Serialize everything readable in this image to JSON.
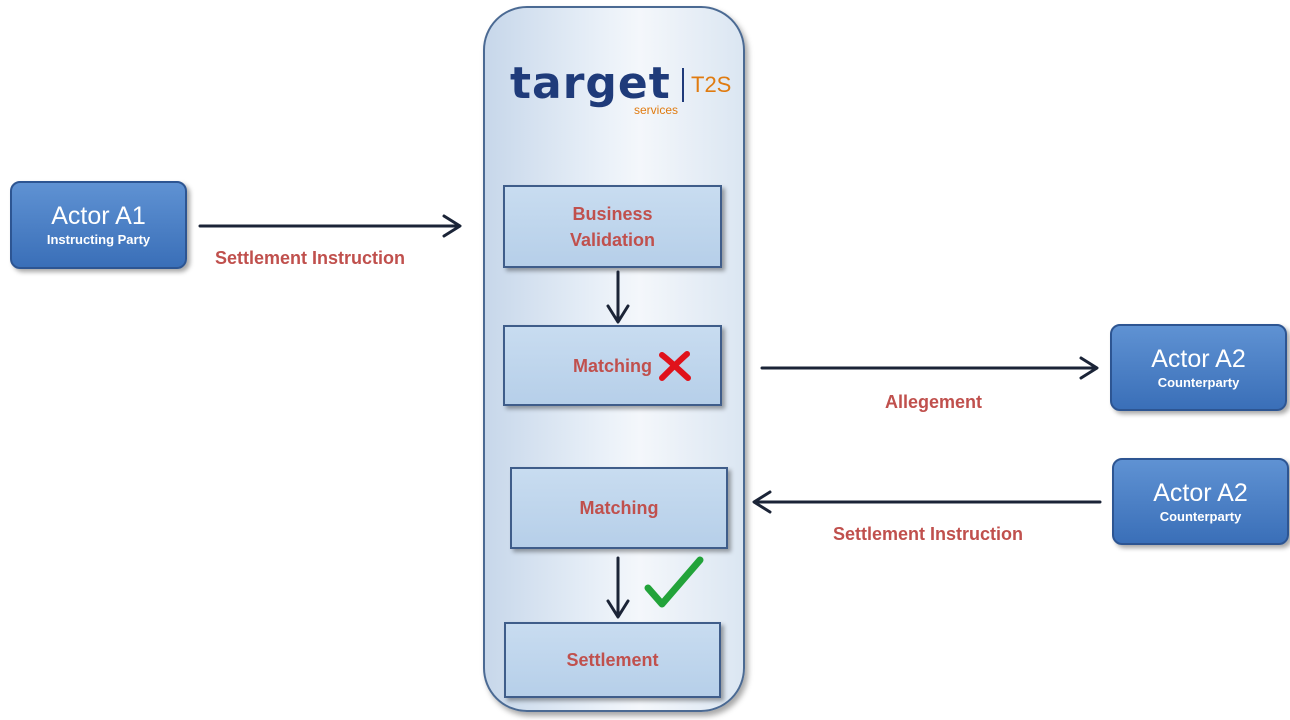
{
  "platform": {
    "logo_word": "target",
    "logo_services": "services",
    "logo_t2s": "T2S"
  },
  "processes": {
    "business_validation_line1": "Business",
    "business_validation_line2": "Validation",
    "matching_failed": "Matching",
    "matching_success": "Matching",
    "settlement": "Settlement"
  },
  "actors": {
    "a1_name": "Actor A1",
    "a1_role": "Instructing Party",
    "a2_top_name": "Actor A2",
    "a2_top_role": "Counterparty",
    "a2_bottom_name": "Actor A2",
    "a2_bottom_role": "Counterparty"
  },
  "flows": {
    "instruction_in": "Settlement Instruction",
    "allegement": "Allegement",
    "instruction_counterparty": "Settlement Instruction"
  },
  "colors": {
    "label_red": "#c0504d",
    "actor_blue": "#3a6fb8",
    "check_green": "#22a33a",
    "cross_red": "#e0121b",
    "arrow_dark": "#1b2437"
  },
  "icons": {
    "fail_mark": "cross-icon",
    "success_mark": "check-icon"
  }
}
